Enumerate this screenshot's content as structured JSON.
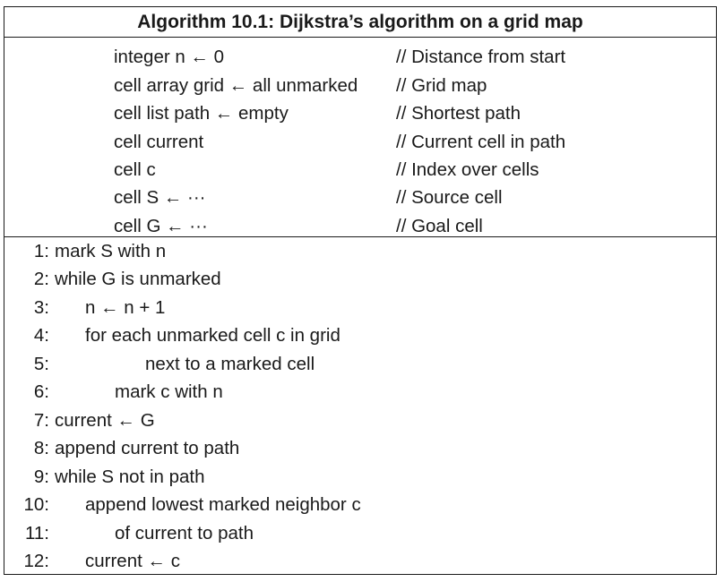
{
  "algorithm": {
    "title": "Algorithm 10.1: Dijkstra’s algorithm on a grid map",
    "declarations": [
      {
        "code": "integer n ← 0",
        "comment": "// Distance from start"
      },
      {
        "code": "cell array grid ← all unmarked",
        "comment": "// Grid map"
      },
      {
        "code": "cell list path ← empty",
        "comment": "// Shortest path"
      },
      {
        "code": "cell current",
        "comment": "// Current cell in path"
      },
      {
        "code": "cell c",
        "comment": "// Index over cells"
      },
      {
        "code": "cell S ← ···",
        "comment": "// Source cell"
      },
      {
        "code": "cell G ← ···",
        "comment": "// Goal cell"
      }
    ],
    "steps": [
      {
        "num": "1:",
        "text": "mark S with n"
      },
      {
        "num": "2:",
        "text": "while G is unmarked"
      },
      {
        "num": "3:",
        "text": "n ← n + 1"
      },
      {
        "num": "4:",
        "text": "for each unmarked cell c in grid"
      },
      {
        "num": "5:",
        "text": "next to a marked cell"
      },
      {
        "num": "6:",
        "text": "mark c with n"
      },
      {
        "num": "7:",
        "text": "current ← G"
      },
      {
        "num": "8:",
        "text": "append current to path"
      },
      {
        "num": "9:",
        "text": "while S not in path"
      },
      {
        "num": "10:",
        "text": "append lowest marked neighbor c"
      },
      {
        "num": "11:",
        "text": "of current to path"
      },
      {
        "num": "12:",
        "text": "current ← c"
      }
    ]
  }
}
